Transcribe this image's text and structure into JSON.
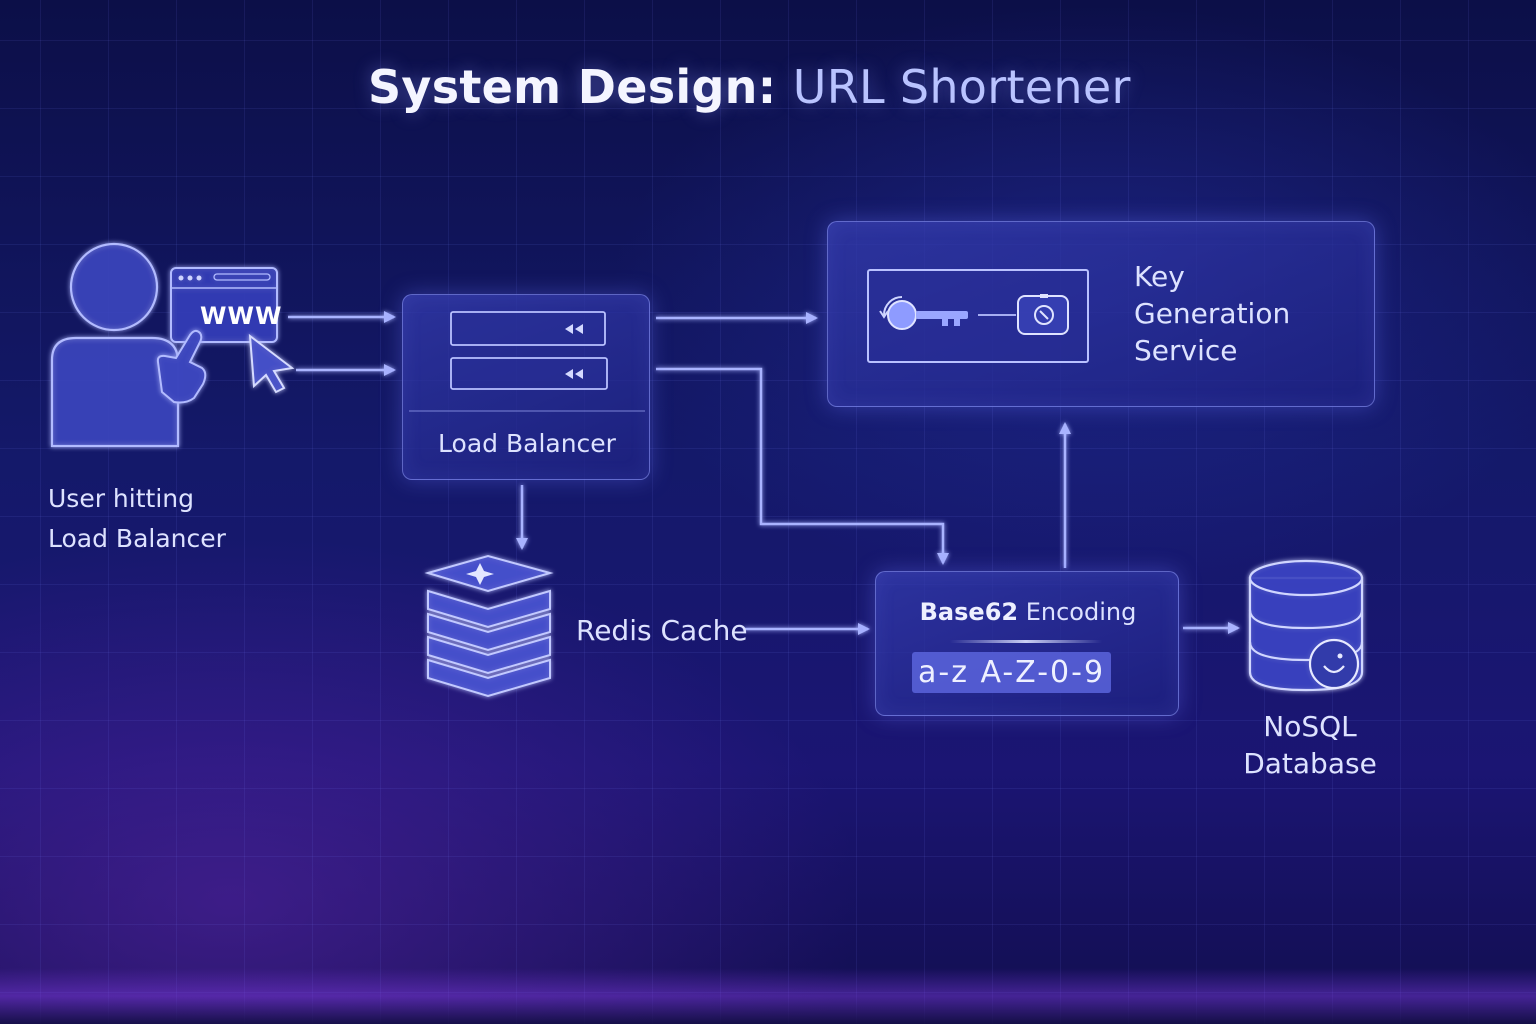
{
  "title": {
    "part1": "System Design:",
    "part2": "URL Shortener"
  },
  "user": {
    "browser_text": "WWW",
    "label_line1": "User hitting",
    "label_line2": "Load Balancer"
  },
  "load_balancer": {
    "label": "Load Balancer"
  },
  "key_service": {
    "line1": "Key",
    "line2": "Generation",
    "line3": "Service"
  },
  "redis": {
    "label": "Redis Cache"
  },
  "encoding": {
    "title_bold": "Base62",
    "title_rest": "Encoding",
    "charset": "a-z A-Z-0-9"
  },
  "database": {
    "line1": "NoSQL",
    "line2": "Database"
  },
  "colors": {
    "accent": "#7f8dff",
    "card_border": "#96a0ff",
    "background": "#0d0f45"
  }
}
